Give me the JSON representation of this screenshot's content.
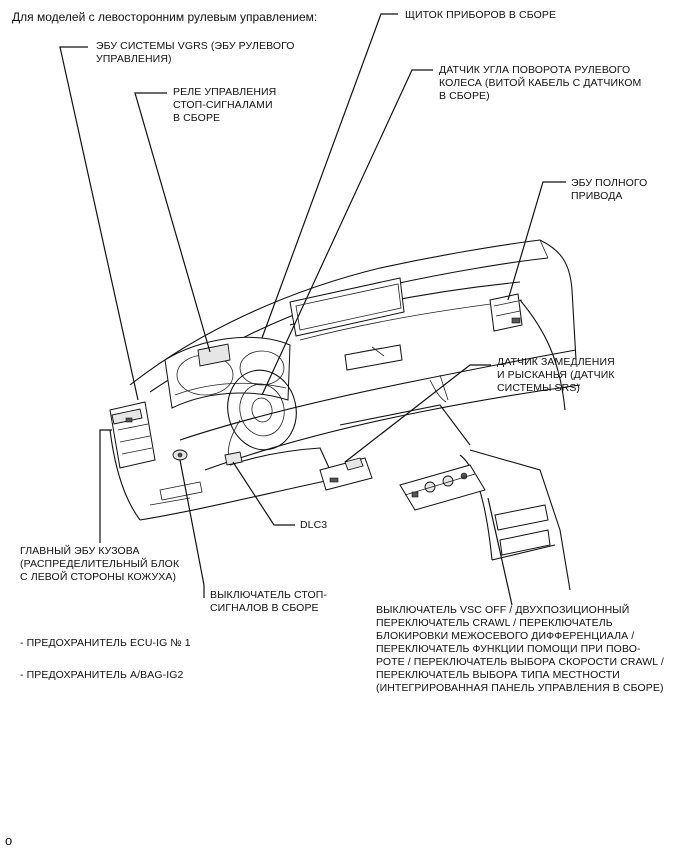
{
  "header": "Для моделей с левосторонним рулевым управлением:",
  "labels": {
    "vgrs_ecu": "ЭБУ СИСТЕМЫ VGRS (ЭБУ РУЛЕВОГО\nУПРАВЛЕНИЯ)",
    "meter": "ЩИТОК ПРИБОРОВ В СБОРЕ",
    "stop_relay": "РЕЛЕ УПРАВЛЕНИЯ\nСТОП-СИГНАЛАМИ\nВ СБОРЕ",
    "steering_sensor": "ДАТЧИК УГЛА ПОВОРОТА РУЛЕВОГО\nКОЛЕСА (ВИТОЙ КАБЕЛЬ С ДАТЧИКОМ\nВ СБОРЕ)",
    "awd_ecu": "ЭБУ ПОЛНОГО\nПРИВОДА",
    "yaw_sensor": "ДАТЧИК ЗАМЕДЛЕНИЯ\nИ РЫСКАНЬЯ (ДАТЧИК\nСИСТЕМЫ SRS)",
    "dlc3": "DLC3",
    "body_ecu": "ГЛАВНЫЙ ЭБУ КУЗОВА\n(РАСПРЕДЕЛИТЕЛЬНЫЙ БЛОК\nС ЛЕВОЙ СТОРОНЫ КОЖУХА)",
    "stop_switch": "ВЫКЛЮЧАТЕЛЬ СТОП-\nСИГНАЛОВ В СБОРЕ",
    "integrated_panel": "ВЫКЛЮЧАТЕЛЬ VSC OFF / ДВУХПОЗИЦИОННЫЙ\nПЕРЕКЛЮЧАТЕЛЬ CRAWL / ПЕРЕКЛЮЧАТЕЛЬ\nБЛОКИРОВКИ МЕЖОСЕВОГО ДИФФЕРЕНЦИАЛА /\nПЕРЕКЛЮЧАТЕЛЬ ФУНКЦИИ ПОМОЩИ ПРИ ПОВО-\nРОТЕ / ПЕРЕКЛЮЧАТЕЛЬ ВЫБОРА СКОРОСТИ CRAWL /\nПЕРЕКЛЮЧАТЕЛЬ ВЫБОРА ТИПА МЕСТНОСТИ\n(ИНТЕГРИРОВАННАЯ ПАНЕЛЬ УПРАВЛЕНИЯ В СБОРЕ)"
  },
  "notes": [
    "- ПРЕДОХРАНИТЕЛЬ ECU-IG № 1",
    "- ПРЕДОХРАНИТЕЛЬ A/BAG-IG2"
  ],
  "footer_code": "o"
}
